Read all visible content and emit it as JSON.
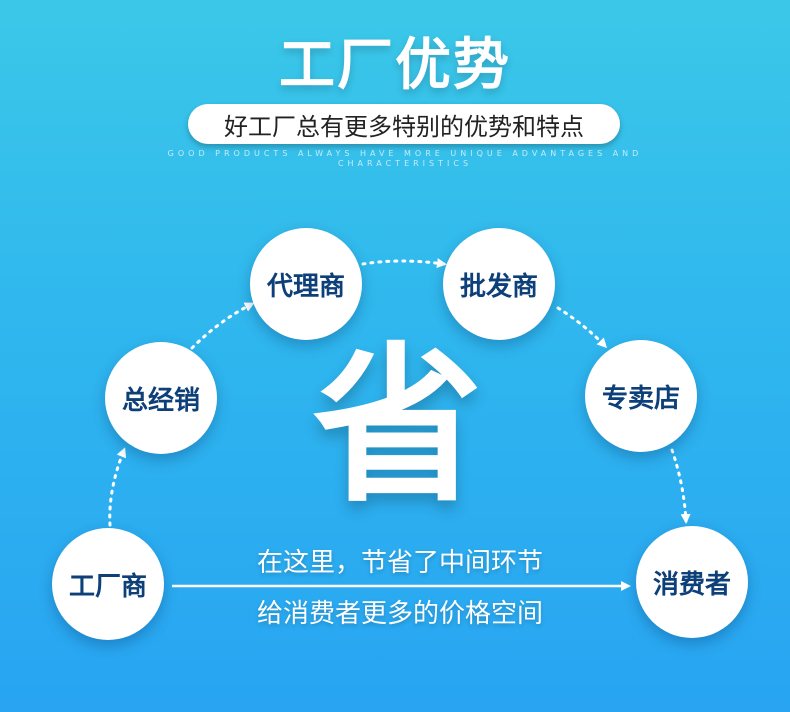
{
  "title": "工厂优势",
  "subtitle": "好工厂总有更多特别的优势和特点",
  "subtitle_en": "GOOD PRODUCTS ALWAYS HAVE MORE UNIQUE ADVANTAGES AND CHARACTERISTICS",
  "nodes": {
    "factory": "工厂商",
    "general_distributor": "总经销",
    "agent": "代理商",
    "wholesaler": "批发商",
    "retail_store": "专卖店",
    "consumer": "消费者"
  },
  "center_char": "省",
  "message": {
    "line1": "在这里，节省了中间环节",
    "line2": "给消费者更多的价格空间"
  },
  "colors": {
    "background_top": "#3bc8e8",
    "background_bottom": "#28a4f2",
    "node_text": "#0d3f78",
    "node_fill": "#ffffff"
  }
}
